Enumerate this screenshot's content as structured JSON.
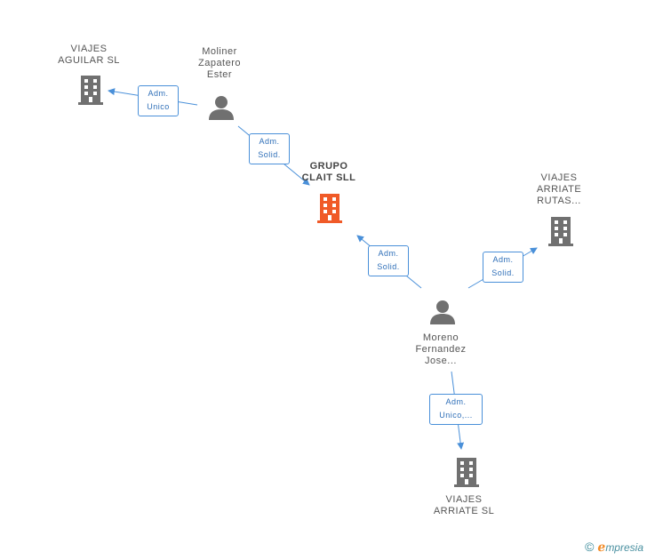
{
  "nodes": {
    "viajes_aguilar": {
      "lines": [
        "VIAJES",
        "AGUILAR  SL"
      ],
      "icon": "building-icon",
      "color": "#707070"
    },
    "moliner": {
      "lines": [
        "Moliner",
        "Zapatero",
        "Ester"
      ],
      "icon": "person-icon",
      "color": "#707070"
    },
    "grupo_clait": {
      "lines": [
        "GRUPO",
        "CLAIT  SLL"
      ],
      "icon": "building-icon",
      "color": "#f05a28"
    },
    "viajes_arriate_rutas": {
      "lines": [
        "VIAJES",
        "ARRIATE",
        "RUTAS..."
      ],
      "icon": "building-icon",
      "color": "#707070"
    },
    "moreno": {
      "lines": [
        "Moreno",
        "Fernandez",
        "Jose..."
      ],
      "icon": "person-icon",
      "color": "#707070"
    },
    "viajes_arriate": {
      "lines": [
        "VIAJES",
        "ARRIATE SL"
      ],
      "icon": "building-icon",
      "color": "#707070"
    }
  },
  "edges": {
    "e1": {
      "lines": [
        "Adm.",
        "Unico"
      ]
    },
    "e2": {
      "lines": [
        "Adm.",
        "Solid."
      ]
    },
    "e3": {
      "lines": [
        "Adm.",
        "Solid."
      ]
    },
    "e4": {
      "lines": [
        "Adm.",
        "Solid."
      ]
    },
    "e5": {
      "lines": [
        "Adm.",
        "Unico,..."
      ]
    }
  },
  "colors": {
    "edge": "#4a90d9"
  },
  "footer": {
    "copyright": "©",
    "brand_first": "ℯ",
    "brand_rest": "mpresia"
  }
}
